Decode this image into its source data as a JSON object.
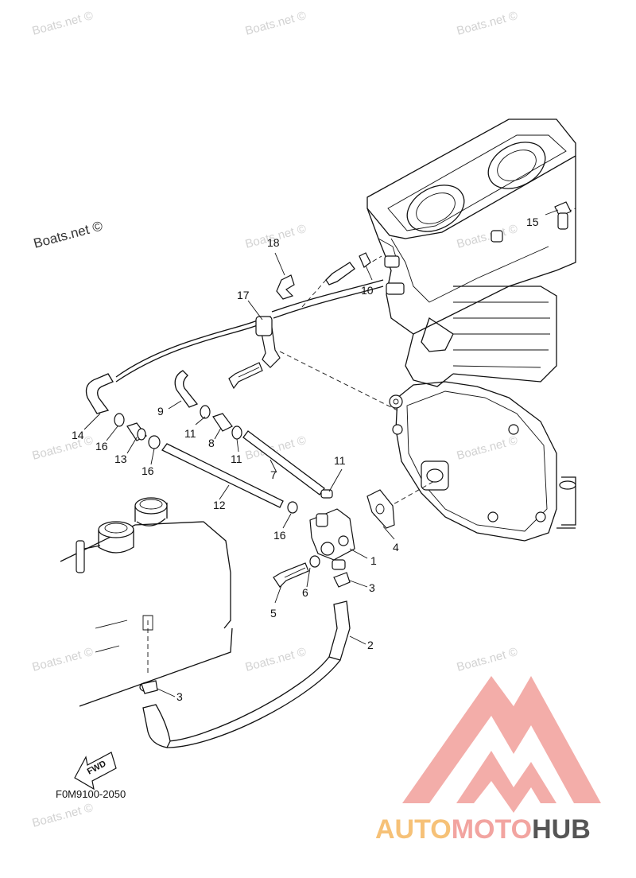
{
  "diagram": {
    "drawing_code": "F0M9100-2050",
    "direction_marker": "FWD",
    "watermarks": [
      "Boats.net ©",
      "Boats.net ©",
      "Boats.net ©",
      "Boats.net ©",
      "Boats.net ©",
      "Boats.net ©",
      "Boats.net ©",
      "Boats.net ©",
      "Boats.net ©",
      "Boats.net ©",
      "Boats.net ©",
      "Boats.net ©"
    ],
    "prominent_watermark": "Boats.net ©",
    "callouts": [
      "1",
      "2",
      "3",
      "3",
      "4",
      "5",
      "6",
      "7",
      "8",
      "9",
      "10",
      "11",
      "11",
      "11",
      "12",
      "13",
      "14",
      "15",
      "16",
      "16",
      "16",
      "17",
      "18"
    ]
  },
  "logo": {
    "part1": "AUTO",
    "part2": "MOTO",
    "part3": "HUB",
    "colors": {
      "auto": "#f6c177",
      "moto": "#f2a4a0",
      "hub": "#555555",
      "triangle": "#f2a4a0"
    }
  }
}
